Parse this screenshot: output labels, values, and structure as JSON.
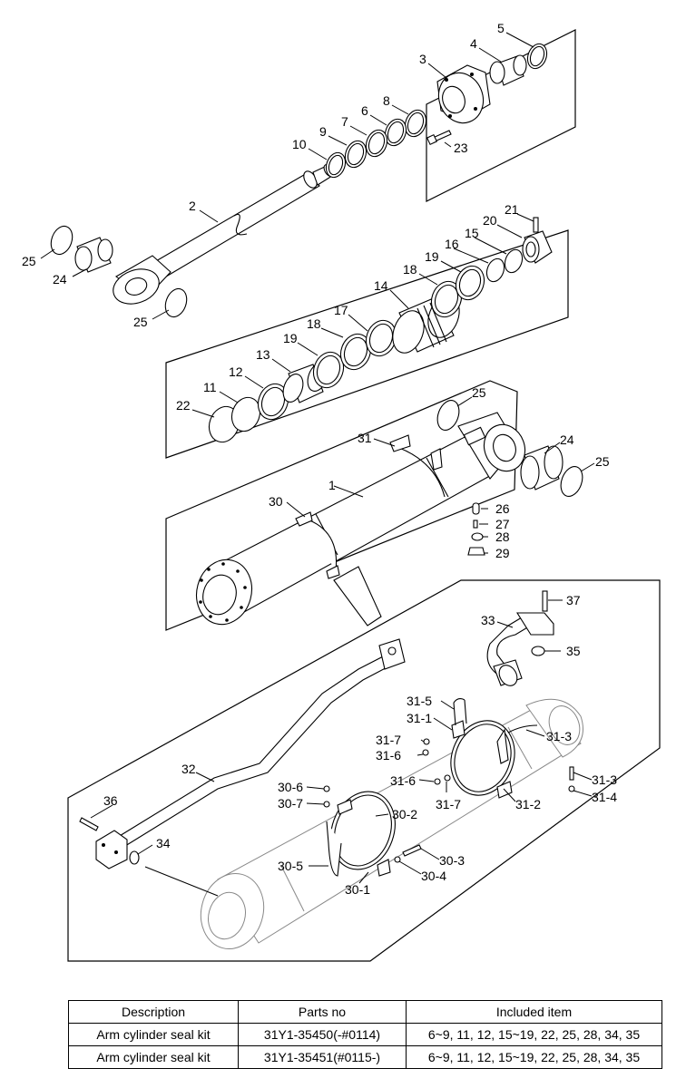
{
  "labels": {
    "p1": "1",
    "p2": "2",
    "p3": "3",
    "p4": "4",
    "p5": "5",
    "p6": "6",
    "p7": "7",
    "p8": "8",
    "p9": "9",
    "p10": "10",
    "p11": "11",
    "p12": "12",
    "p13": "13",
    "p14": "14",
    "p15": "15",
    "p16": "16",
    "p17": "17",
    "p18a": "18",
    "p18b": "18",
    "p19a": "19",
    "p19b": "19",
    "p20": "20",
    "p21": "21",
    "p22": "22",
    "p23": "23",
    "p24a": "24",
    "p24b": "24",
    "p25a": "25",
    "p25b": "25",
    "p25c": "25",
    "p25d": "25",
    "p26": "26",
    "p27": "27",
    "p28": "28",
    "p29": "29",
    "p30": "30",
    "p31": "31",
    "p32": "32",
    "p33": "33",
    "p34": "34",
    "p35": "35",
    "p36": "36",
    "p37": "37",
    "p30_1": "30-1",
    "p30_2": "30-2",
    "p30_3": "30-3",
    "p30_4": "30-4",
    "p30_5": "30-5",
    "p30_6": "30-6",
    "p30_7": "30-7",
    "p31_1": "31-1",
    "p31_2": "31-2",
    "p31_3a": "31-3",
    "p31_3b": "31-3",
    "p31_4": "31-4",
    "p31_5": "31-5",
    "p31_6a": "31-6",
    "p31_6b": "31-6",
    "p31_7a": "31-7",
    "p31_7b": "31-7"
  },
  "table": {
    "headers": [
      "Description",
      "Parts no",
      "Included item"
    ],
    "rows": [
      [
        "Arm cylinder seal kit",
        "31Y1-35450(-#0114)",
        "6~9, 11, 12, 15~19, 22, 25, 28, 34, 35"
      ],
      [
        "Arm cylinder seal kit",
        "31Y1-35451(#0115-)",
        "6~9, 11, 12, 15~19, 22, 25, 28, 34, 35"
      ]
    ]
  }
}
